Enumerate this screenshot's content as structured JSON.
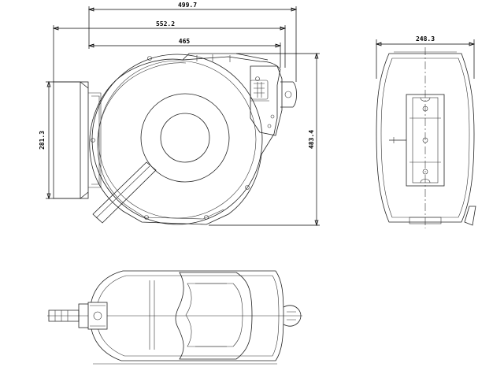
{
  "dimensions": {
    "overall_width": "499.7",
    "width_with_bracket": "552.2",
    "body_width": "465",
    "bracket_height": "281.3",
    "overall_height": "483.4",
    "side_depth": "248.3"
  },
  "colors": {
    "line": "#222222",
    "dimension": "#000000",
    "background": "#ffffff"
  }
}
